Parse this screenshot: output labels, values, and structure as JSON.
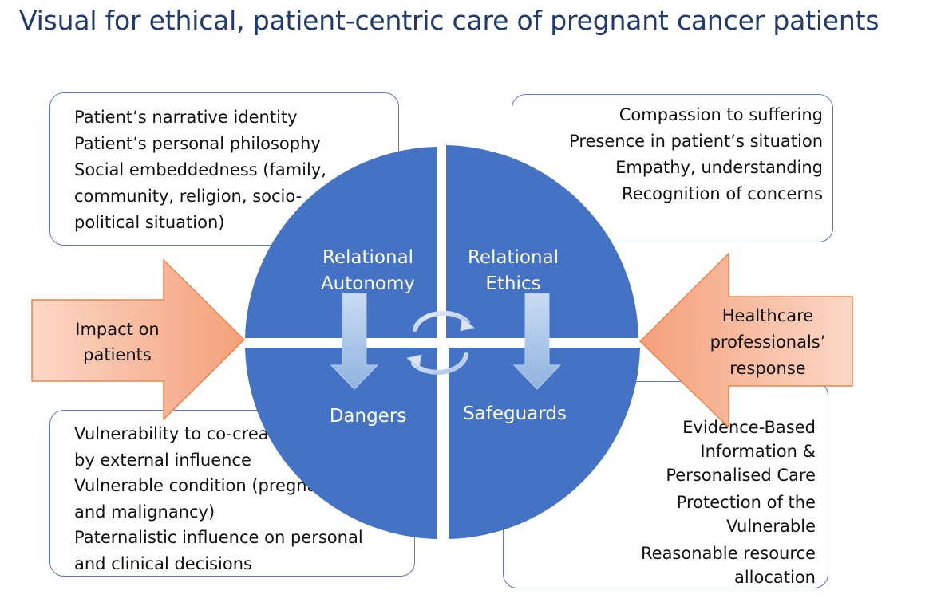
{
  "title": "Visual for ethical, patient-centric care of pregnant cancer patients",
  "quadrants": {
    "top_left": [
      "Relational",
      "Autonomy"
    ],
    "top_right": [
      "Relational",
      "Ethics"
    ],
    "bottom_left": "Dangers",
    "bottom_right": "Safeguards"
  },
  "left_arrow": [
    "Impact on",
    "patients"
  ],
  "right_arrow": [
    "Healthcare",
    "professionals’",
    "response"
  ],
  "box_top_left": [
    "Patient’s narrative identity",
    "Patient’s personal philosophy",
    "Social embeddedness (family,",
    "community, religion, socio-",
    "political situation)"
  ],
  "box_top_right": [
    "Compassion to suffering",
    "Presence in patient’s situation",
    "Empathy, understanding",
    "Recognition of concerns"
  ],
  "box_bottom_left": [
    "Vulnerability to co-creation",
    "by external influence",
    "Vulnerable condition (pregnancy",
    "and malignancy)",
    "Paternalistic influence on personal",
    "and clinical decisions"
  ],
  "box_bottom_right": [
    "Evidence-Based",
    "Information &",
    "Personalised Care",
    "Protection of the",
    "Vulnerable",
    "Reasonable resource",
    "allocation"
  ],
  "colors": {
    "title": "#1f3a6e",
    "circle": "#4472c4",
    "box_border": "#5b7bbd",
    "arrow_light": "#fbd8c6",
    "arrow_dark": "#f4a07a",
    "arrow_border": "#e8864c"
  }
}
